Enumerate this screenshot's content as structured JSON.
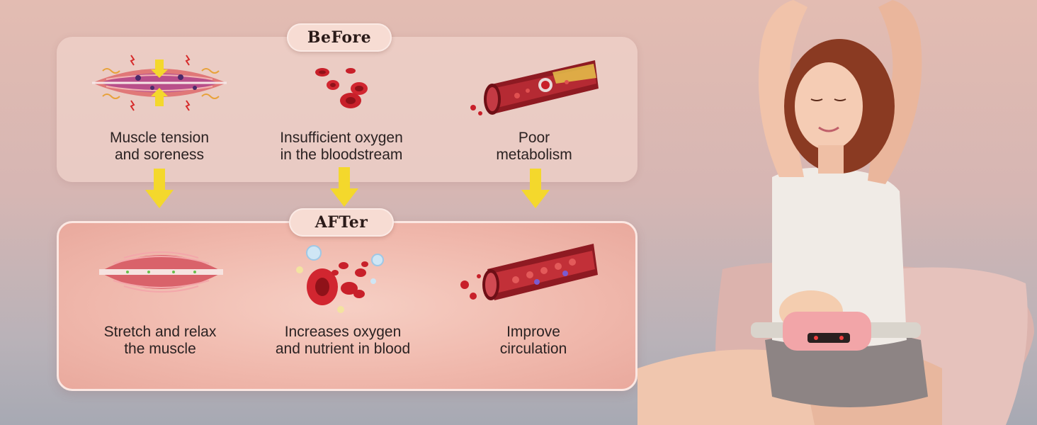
{
  "before": {
    "label": "BeFore",
    "items": [
      {
        "line1": "Muscle tension",
        "line2": "and soreness",
        "icon": "tense-muscle-icon"
      },
      {
        "line1": "Insufficient oxygen",
        "line2": "in the bloodstream",
        "icon": "red-blood-cells-icon"
      },
      {
        "line1": "Poor",
        "line2": "metabolism",
        "icon": "clogged-vessel-icon"
      }
    ]
  },
  "after": {
    "label": "AFTer",
    "items": [
      {
        "line1": "Stretch and relax",
        "line2": "the muscle",
        "icon": "relaxed-muscle-icon"
      },
      {
        "line1": "Increases oxygen",
        "line2": "and nutrient in blood",
        "icon": "oxygenated-cells-icon"
      },
      {
        "line1": "Improve",
        "line2": "circulation",
        "icon": "clear-vessel-icon"
      }
    ]
  },
  "colors": {
    "arrow": "#f4d82c",
    "blood": "#c8202a",
    "device": "#f2a5a8"
  },
  "photo": {
    "subject": "woman-wearing-heating-belt-photo"
  }
}
